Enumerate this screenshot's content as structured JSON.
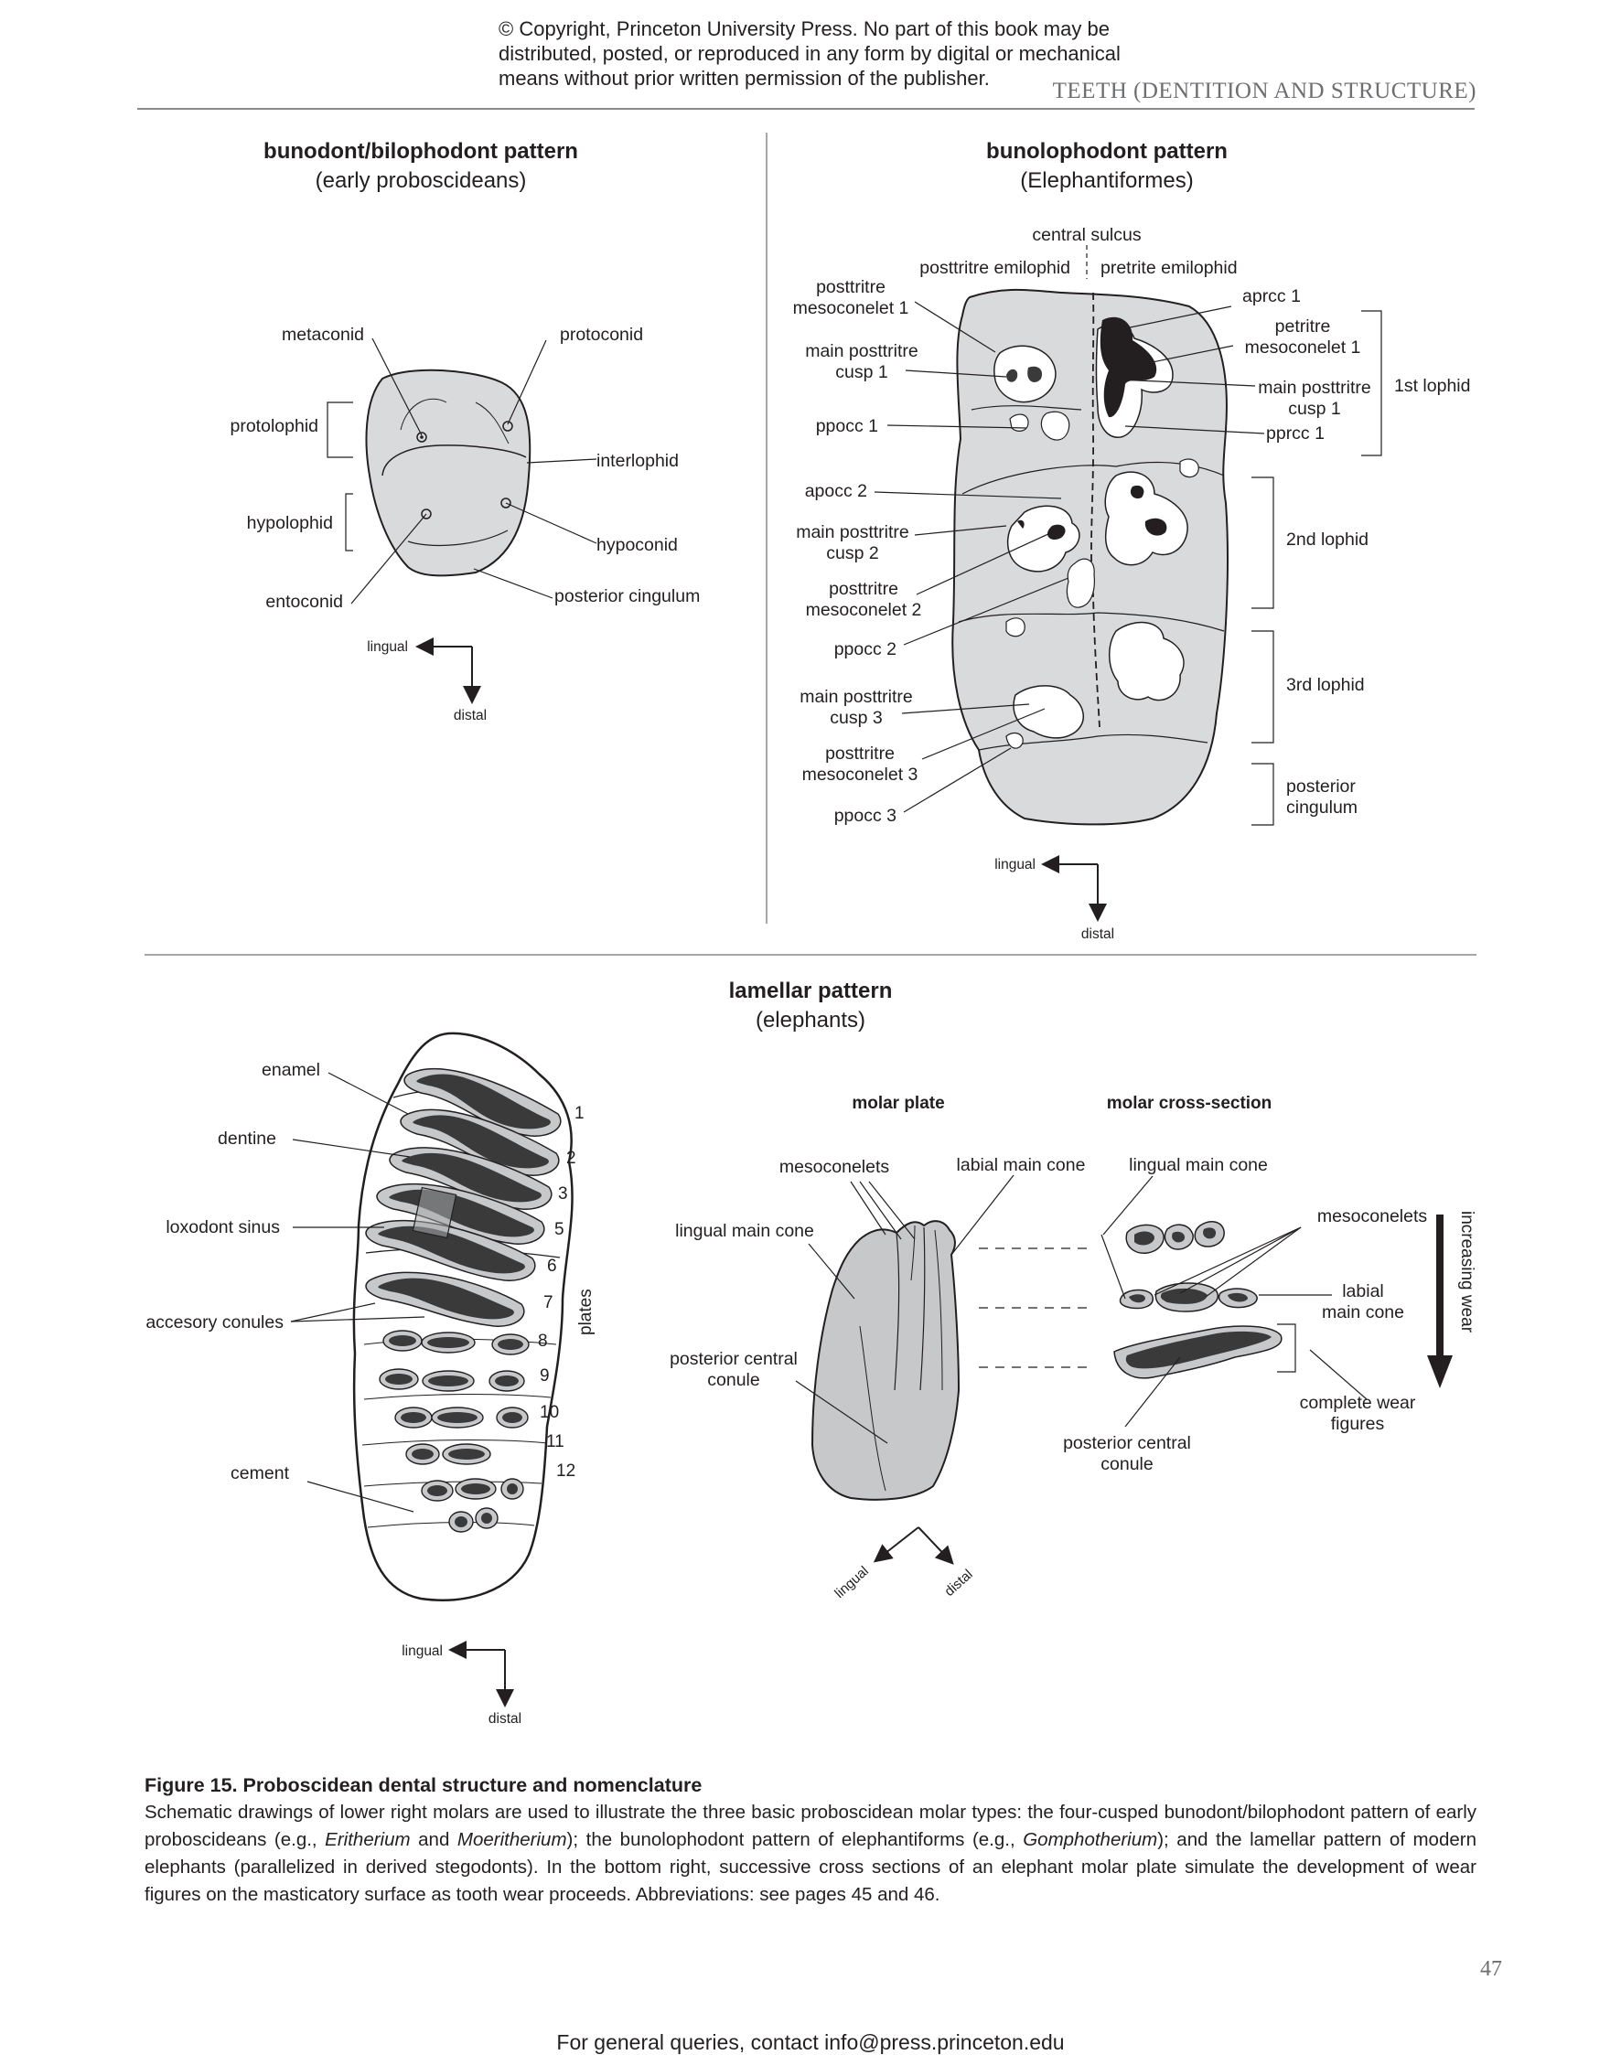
{
  "header": {
    "copyright_lines": [
      "© Copyright, Princeton University Press. No part of this book may be",
      "distributed, posted, or reproduced in any form by digital or mechanical",
      "means without prior written permission of the publisher."
    ],
    "running_head": "TEETH (DENTITION AND STRUCTURE)"
  },
  "panel_bunodont": {
    "title": "bunodont/bilophodont pattern",
    "subtitle": "(early proboscideans)",
    "labels": {
      "metaconid": "metaconid",
      "protoconid": "protoconid",
      "protolophid": "protolophid",
      "interlophid": "interlophid",
      "hypolophid": "hypolophid",
      "hypoconid": "hypoconid",
      "entoconid": "entoconid",
      "posterior_cingulum": "posterior cingulum"
    },
    "orientation": {
      "lingual": "lingual",
      "distal": "distal"
    }
  },
  "panel_bunolophodont": {
    "title": "bunolophodont pattern",
    "subtitle": "(Elephantiformes)",
    "labels": {
      "central_sulcus": "central sulcus",
      "posttritre_emilophid": "posttritre emilophid",
      "pretrite_emilophid": "pretrite emilophid",
      "posttritre_mesoconelet_1": [
        "posttritre",
        "mesoconelet 1"
      ],
      "aprcc_1": "aprcc 1",
      "petritre_mesoconelet_1": [
        "petritre",
        "mesoconelet 1"
      ],
      "main_posttritre_cusp_1_left": [
        "main posttritre",
        "cusp 1"
      ],
      "main_posttritre_cusp_1_right": [
        "main posttritre",
        "cusp 1"
      ],
      "first_lophid": "1st lophid",
      "ppocc_1": "ppocc 1",
      "pprcc_1": "pprcc 1",
      "apocc_2": "apocc 2",
      "main_posttritre_cusp_2": [
        "main posttritre",
        "cusp 2"
      ],
      "second_lophid": "2nd lophid",
      "posttritre_mesoconelet_2": [
        "posttritre",
        "mesoconelet 2"
      ],
      "ppocc_2": "ppocc 2",
      "third_lophid": "3rd lophid",
      "main_posttritre_cusp_3": [
        "main posttritre",
        "cusp 3"
      ],
      "posttritre_mesoconelet_3": [
        "posttritre",
        "mesoconelet 3"
      ],
      "posterior_cingulum": [
        "posterior",
        "cingulum"
      ],
      "ppocc_3": "ppocc 3"
    },
    "orientation": {
      "lingual": "lingual",
      "distal": "distal"
    }
  },
  "panel_lamellar": {
    "title": "lamellar pattern",
    "subtitle": "(elephants)",
    "labels": {
      "enamel": "enamel",
      "dentine": "dentine",
      "loxodont_sinus": "loxodont sinus",
      "accesory_conules": "accesory conules",
      "cement": "cement",
      "plates": "plates"
    },
    "plate_numbers": [
      "1",
      "2",
      "3",
      "5",
      "6",
      "7",
      "8",
      "9",
      "10",
      "11",
      "12"
    ],
    "molar_plate": {
      "heading": "molar plate",
      "mesoconelets": "mesoconelets",
      "labial_main_cone": "labial main cone",
      "lingual_main_cone": "lingual main cone",
      "posterior_central_conule": [
        "posterior central",
        "conule"
      ]
    },
    "cross_section": {
      "heading": "molar cross-section",
      "lingual_main_cone": "lingual main cone",
      "mesoconelets": "mesoconelets",
      "labial_main_cone": [
        "labial",
        "main cone"
      ],
      "complete_wear_figures": [
        "complete wear",
        "figures"
      ],
      "posterior_central_conule": [
        "posterior central",
        "conule"
      ],
      "increasing_wear": "increasing wear"
    },
    "orientation": {
      "lingual": "lingual",
      "distal": "distal"
    },
    "orientation_plate": {
      "lingual": "lingual",
      "distal": "distal"
    }
  },
  "caption": {
    "title": "Figure 15. Proboscidean dental structure and nomenclature",
    "segments": [
      {
        "text": "Schematic drawings of lower right molars are used to illustrate the three basic proboscidean molar types: the four-cusped bunodont/bilophodont pattern of early proboscideans (e.g., ",
        "italic": false
      },
      {
        "text": "Eritherium",
        "italic": true
      },
      {
        "text": " and ",
        "italic": false
      },
      {
        "text": "Moeritherium",
        "italic": true
      },
      {
        "text": "); the bunolophodont pattern of elephantiforms (e.g., ",
        "italic": false
      },
      {
        "text": "Gomphotherium",
        "italic": true
      },
      {
        "text": "); and the lamellar pattern of modern elephants (parallelized in derived stegodonts). In the bottom right, successive cross sections of an elephant molar plate simulate the development of wear figures on the masticatory surface as tooth wear proceeds. Abbreviations: see pages 45 and 46.",
        "italic": false
      }
    ]
  },
  "page_number": "47",
  "footer": "For general queries, contact info@press.princeton.edu"
}
